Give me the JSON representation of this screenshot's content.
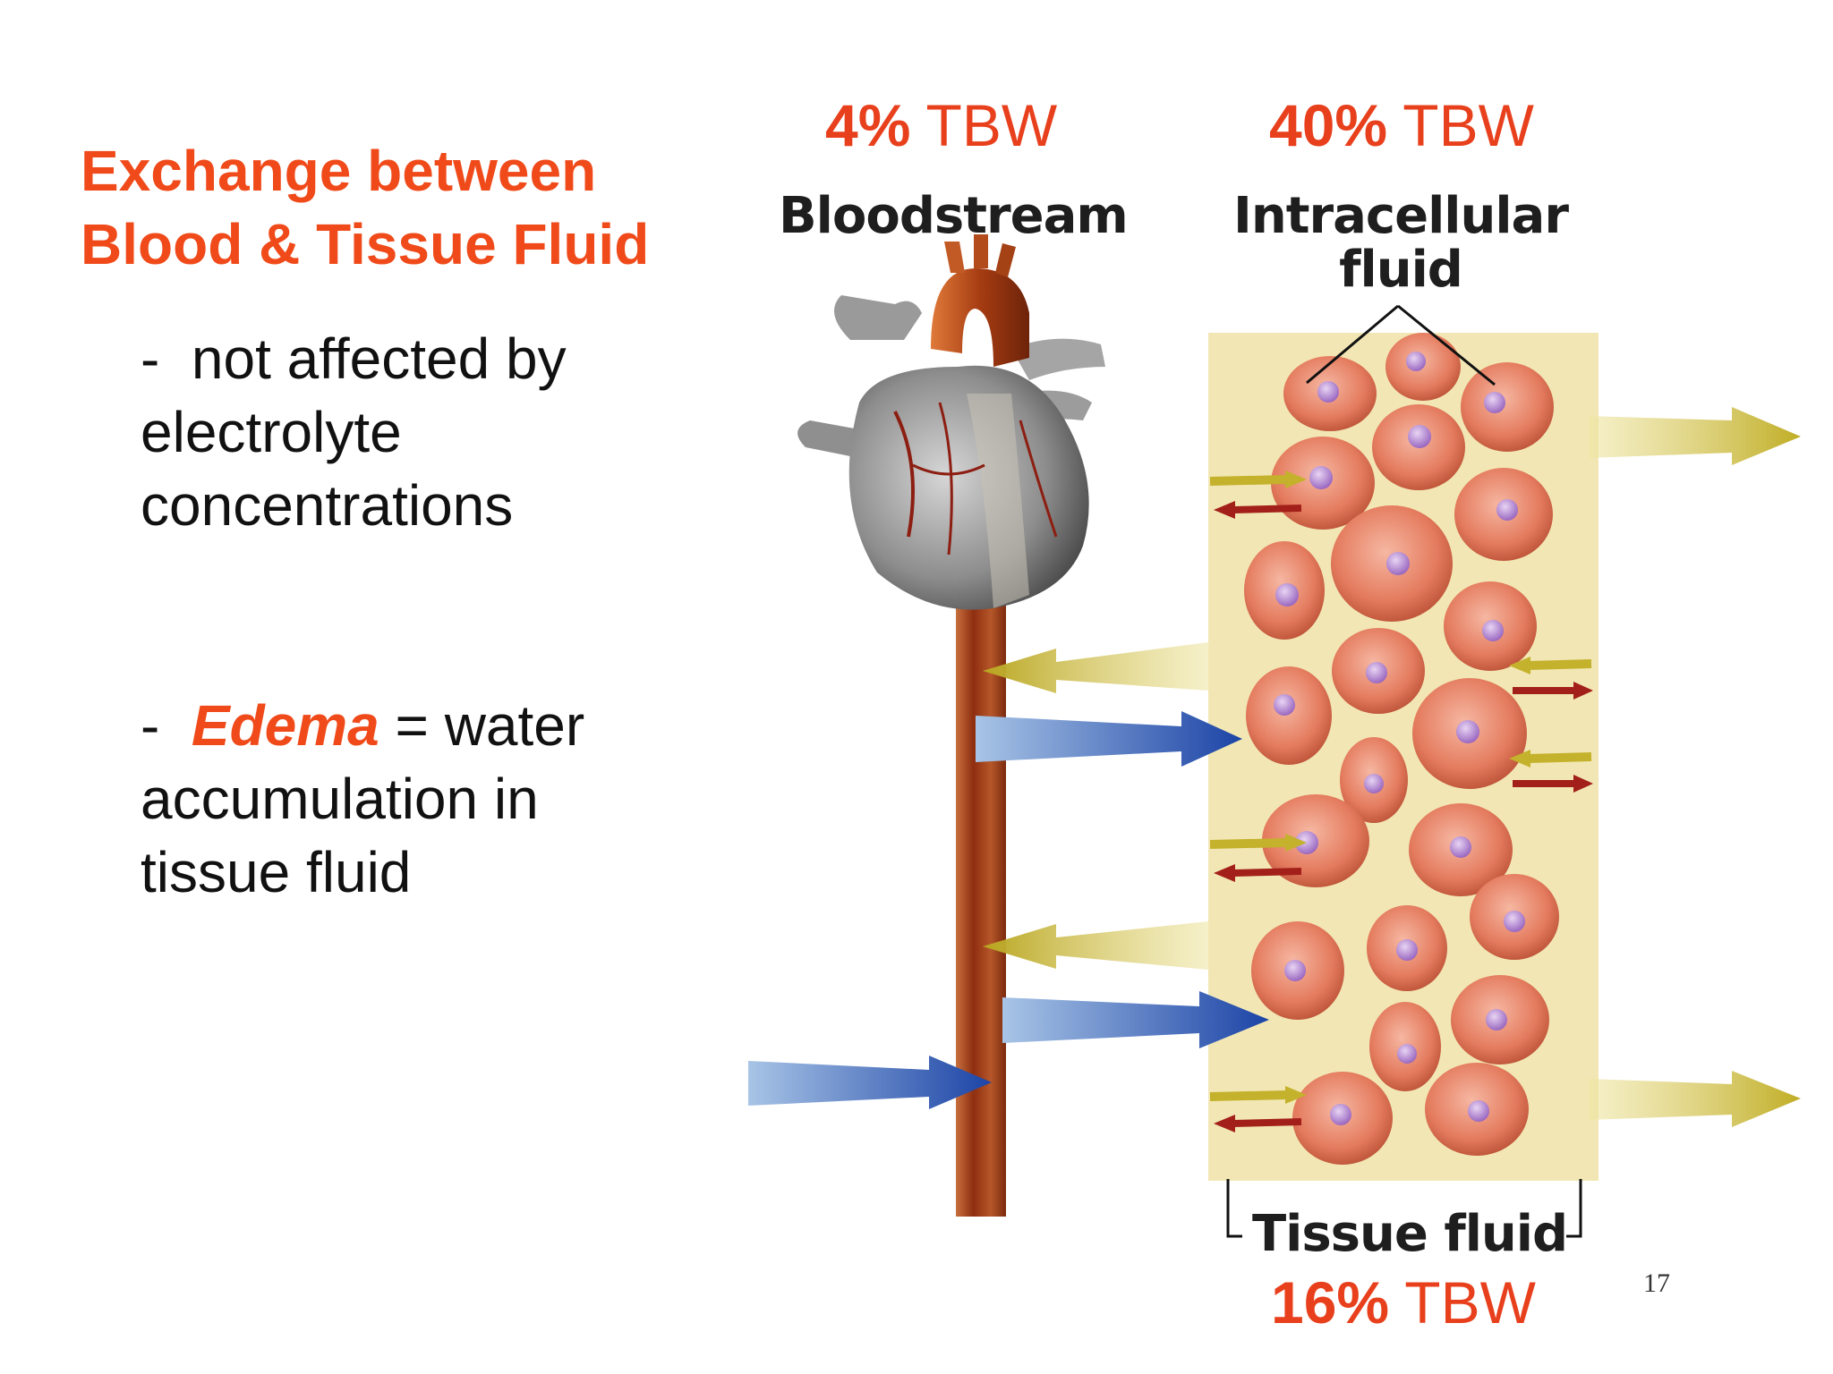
{
  "title": {
    "line1": "Exchange between",
    "line2": "Blood & Tissue Fluid"
  },
  "bullets": {
    "b1": {
      "marker": "-",
      "line1": "not affected by",
      "line2": "electrolyte",
      "line3": "concentrations"
    },
    "b2": {
      "marker": "-",
      "term": "Edema",
      "line1_rest": " = water",
      "line2": "accumulation in",
      "line3": "tissue fluid"
    }
  },
  "diagram": {
    "bloodstream": {
      "pct": "4%",
      "unit": "TBW",
      "label": "Bloodstream"
    },
    "intracellular": {
      "pct": "40%",
      "unit": "TBW",
      "label_line1": "Intracellular",
      "label_line2": "fluid"
    },
    "tissue": {
      "pct": "16%",
      "unit": "TBW",
      "label": "Tissue fluid"
    }
  },
  "slide_number": "17",
  "colors": {
    "accent": "#f04a1a",
    "tissue_bg": "#f3eab8",
    "cell": "#e0806a",
    "nucleus": "#a77bc9",
    "vessel": "#9a3a14",
    "arrow_yellow": "#c9b82f",
    "arrow_blue": "#1f4fb0",
    "arrow_red": "#a3201a"
  }
}
